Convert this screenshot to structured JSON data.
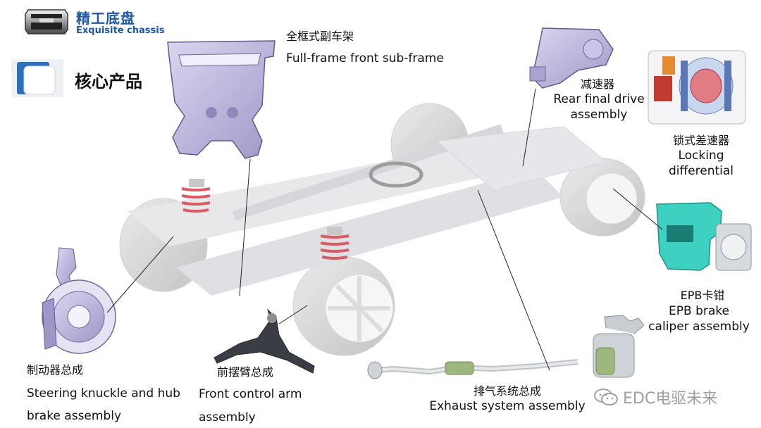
{
  "logo": {
    "title_cn": "精工底盘",
    "title_en": "Exquisite  chassis"
  },
  "section_title": "核心产品",
  "callouts": {
    "subframe": {
      "cn": "全框式副车架",
      "en": "Full-frame front sub-frame"
    },
    "rear_drive": {
      "cn": "减速器",
      "en_1": "Rear final drive",
      "en_2": "assembly"
    },
    "locking_diff": {
      "cn": "锁式差速器",
      "en_1": "Locking",
      "en_2": "differential"
    },
    "epb": {
      "cn": "EPB卡钳",
      "en_1": "EPB brake",
      "en_2": "caliper assembly"
    },
    "knuckle": {
      "cn": "制动器总成",
      "en_1": "Steering knuckle and hub",
      "en_2": "brake assembly"
    },
    "control_arm": {
      "cn": "前摆臂总成",
      "en_1": "Front control arm",
      "en_2": "assembly"
    },
    "exhaust": {
      "cn": "排气系统总成",
      "en": "Exhaust system assembly"
    }
  },
  "watermark": "EDC电驱未来",
  "colors": {
    "brand_blue": "#1f57a8",
    "spring_red": "#d4414c",
    "part_violet": "#b8b3dd",
    "caliper_teal": "#3ed0c0"
  }
}
